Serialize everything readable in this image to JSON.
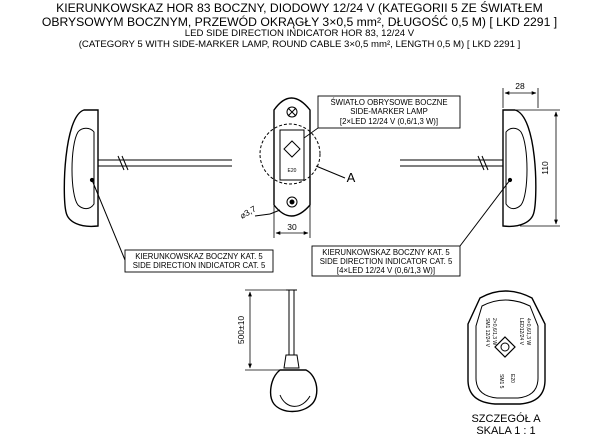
{
  "title": {
    "pl_line1": "KIERUNKOWSKAZ HOR 83 BOCZNY, DIODOWY 12/24 V (KATEGORII 5 ZE ŚWIATŁEM",
    "pl_line2": "OBRYSOWYM BOCZNYM, PRZEWÓD OKRĄGŁY 3×0,5 mm², DŁUGOŚĆ 0,5 M) [ LKD 2291 ]",
    "en_line1": "LED SIDE DIRECTION INDICATOR HOR 83, 12/24 V",
    "en_line2": "(CATEGORY 5 WITH SIDE-MARKER LAMP, ROUND CABLE 3×0,5 mm², LENGTH 0,5 M)  [ LKD 2291 ]"
  },
  "callouts": {
    "marker_pl": "ŚWIATŁO OBRYSOWE BOCZNE",
    "marker_en": "SIDE-MARKER LAMP",
    "marker_spec": "[2×LED 12/24 V (0,6/1,3 W)]",
    "left_pl": "KIERUNKOWSKAZ BOCZNY KAT. 5",
    "left_en": "SIDE DIRECTION INDICATOR CAT. 5",
    "right_pl": "KIERUNKOWSKAZ BOCZNY KAT. 5",
    "right_en": "SIDE DIRECTION INDICATOR CAT. 5",
    "right_spec": "[4×LED 12/24 V (0,6/1,3 W)]"
  },
  "dimensions": {
    "depth": "28",
    "height": "110",
    "width": "30",
    "hole": "⌀3,7",
    "cable_length": "500±10"
  },
  "detail": {
    "marker": "A",
    "title": "SZCZEGÓŁ A",
    "scale": "SKALA 1 : 1"
  }
}
